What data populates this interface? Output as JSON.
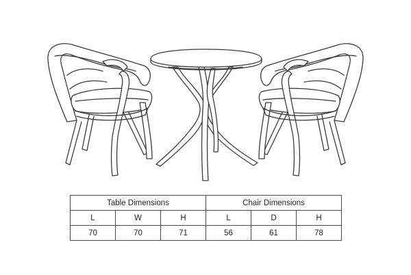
{
  "illustration": {
    "subject": "two armchairs and a round table",
    "line_color": "#3a3a3a",
    "fill_color": "#ffffff"
  },
  "table": {
    "groups": [
      {
        "title": "Table Dimensions",
        "labels": [
          "L",
          "W",
          "H"
        ],
        "values": [
          "70",
          "70",
          "71"
        ]
      },
      {
        "title": "Chair Dimensions",
        "labels": [
          "L",
          "D",
          "H"
        ],
        "values": [
          "56",
          "61",
          "78"
        ]
      }
    ],
    "border_color": "#4a4a4a"
  }
}
